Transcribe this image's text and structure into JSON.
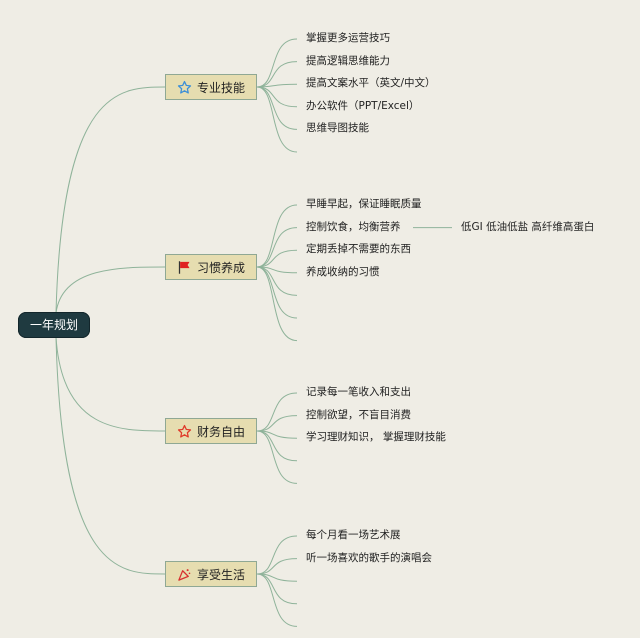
{
  "root": {
    "label": "一年规划"
  },
  "branches": [
    {
      "label": "专业技能",
      "icon": "star-outline-icon",
      "icon_color": "#3c8fd8",
      "items": [
        "掌握更多运营技巧",
        "提高逻辑思维能力",
        "提高文案水平（英文/中文）",
        "办公软件（PPT/Excel）",
        "思维导图技能",
        ""
      ]
    },
    {
      "label": "习惯养成",
      "icon": "red-flag-icon",
      "icon_color": "#e02020",
      "items": [
        "早睡早起，保证睡眠质量",
        "控制饮食，均衡营养",
        "定期丢掉不需要的东西",
        "养成收纳的习惯",
        "",
        "",
        ""
      ],
      "sub_note": {
        "item_index": 1,
        "text": "低GI 低油低盐 高纤维高蛋白"
      }
    },
    {
      "label": "财务自由",
      "icon": "star-outline-icon",
      "icon_color": "#e03a2a",
      "items": [
        "记录每一笔收入和支出",
        "控制欲望，不盲目消费",
        "学习理财知识， 掌握理财技能",
        "",
        ""
      ]
    },
    {
      "label": "享受生活",
      "icon": "party-popper-icon",
      "icon_color": "#d83030",
      "items": [
        "每个月看一场艺术展",
        "听一场喜欢的歌手的演唱会",
        "",
        "",
        ""
      ]
    }
  ],
  "colors": {
    "background": "#efede5",
    "root_fill": "#1f3a40",
    "branch_fill": "#e6ddb0",
    "connector": "#8fb39a"
  }
}
